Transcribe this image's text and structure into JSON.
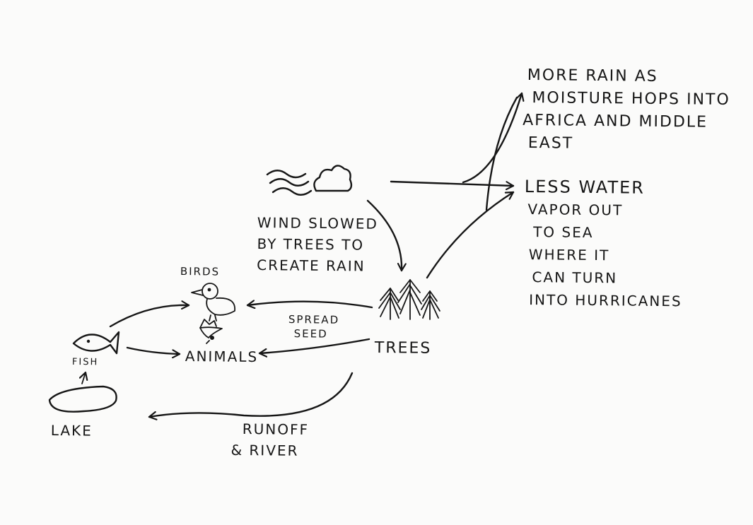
{
  "labels": {
    "more_rain": [
      "MORE RAIN AS",
      "MOISTURE HOPS INTO",
      "AFRICA AND MIDDLE",
      "EAST"
    ],
    "less_water": [
      "LESS WATER",
      "VAPOR OUT",
      "TO SEA",
      "WHERE IT",
      "CAN TURN",
      "INTO HURRICANES"
    ],
    "wind": [
      "WIND SLOWED",
      "BY TREES TO",
      "CREATE RAIN"
    ],
    "birds": "BIRDS",
    "spread_seed": [
      "SPREAD",
      "SEED"
    ],
    "trees": "TREES",
    "animals": "ANIMALS",
    "fish": "FISH",
    "lake": "LAKE",
    "runoff": [
      "RUNOFF",
      "& RIVER"
    ]
  },
  "ink_color": "#161616",
  "paper_color": "#fbfbfa"
}
